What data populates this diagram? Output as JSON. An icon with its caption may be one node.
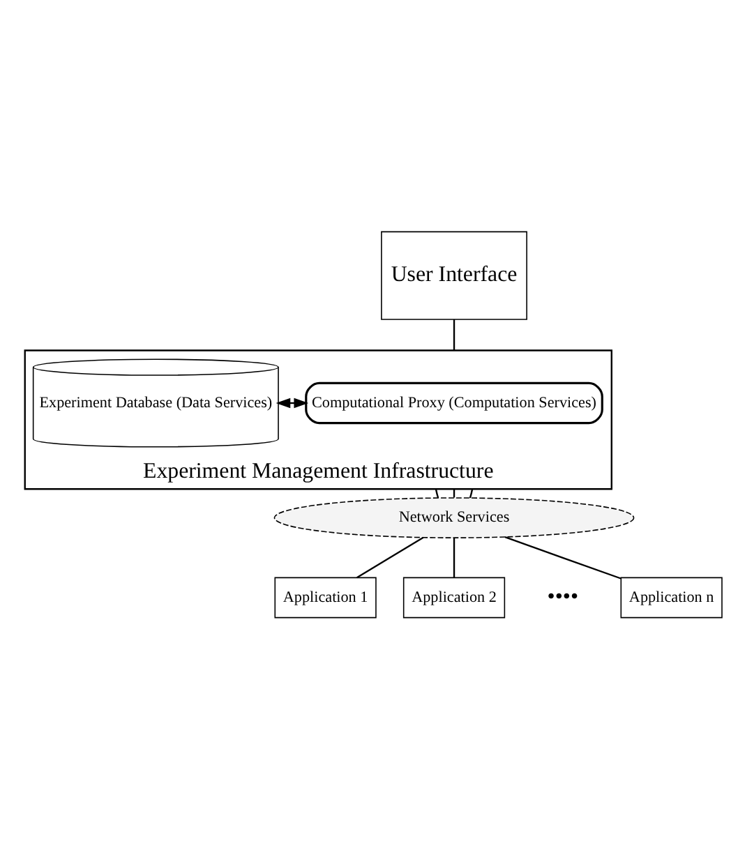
{
  "diagram": {
    "nodes": [
      {
        "text": [
          "User Interface"
        ]
      },
      {
        "text": [
          "Experiment Management Infrastructure"
        ]
      },
      {
        "text": [
          "Computational Proxy (Computation Services)"
        ],
        "in": 1
      },
      {
        "text": [
          "Experiment Database (Data Services)"
        ],
        "in": 1
      },
      {
        "text": [
          "Network Services"
        ]
      },
      {
        "text": [
          "Application 1"
        ]
      },
      {
        "text": [
          "Application 2"
        ]
      },
      {
        "text": [
          "Application n"
        ]
      }
    ],
    "edges": [
      {
        "from": 0,
        "to": 1,
        "arrow": "none"
      },
      {
        "from": 2,
        "to": 3,
        "arrow": "both"
      },
      {
        "from": 1,
        "to": 4,
        "arrow": "none"
      },
      {
        "from": 1,
        "to": 4,
        "arrow": "none"
      },
      {
        "from": 1,
        "to": 4,
        "arrow": "none"
      },
      {
        "from": 4,
        "to": 5,
        "arrow": "none"
      },
      {
        "from": 4,
        "to": 6,
        "arrow": "none"
      },
      {
        "from": 4,
        "to": 7,
        "arrow": "none"
      }
    ],
    "labels": [
      "••••"
    ]
  }
}
